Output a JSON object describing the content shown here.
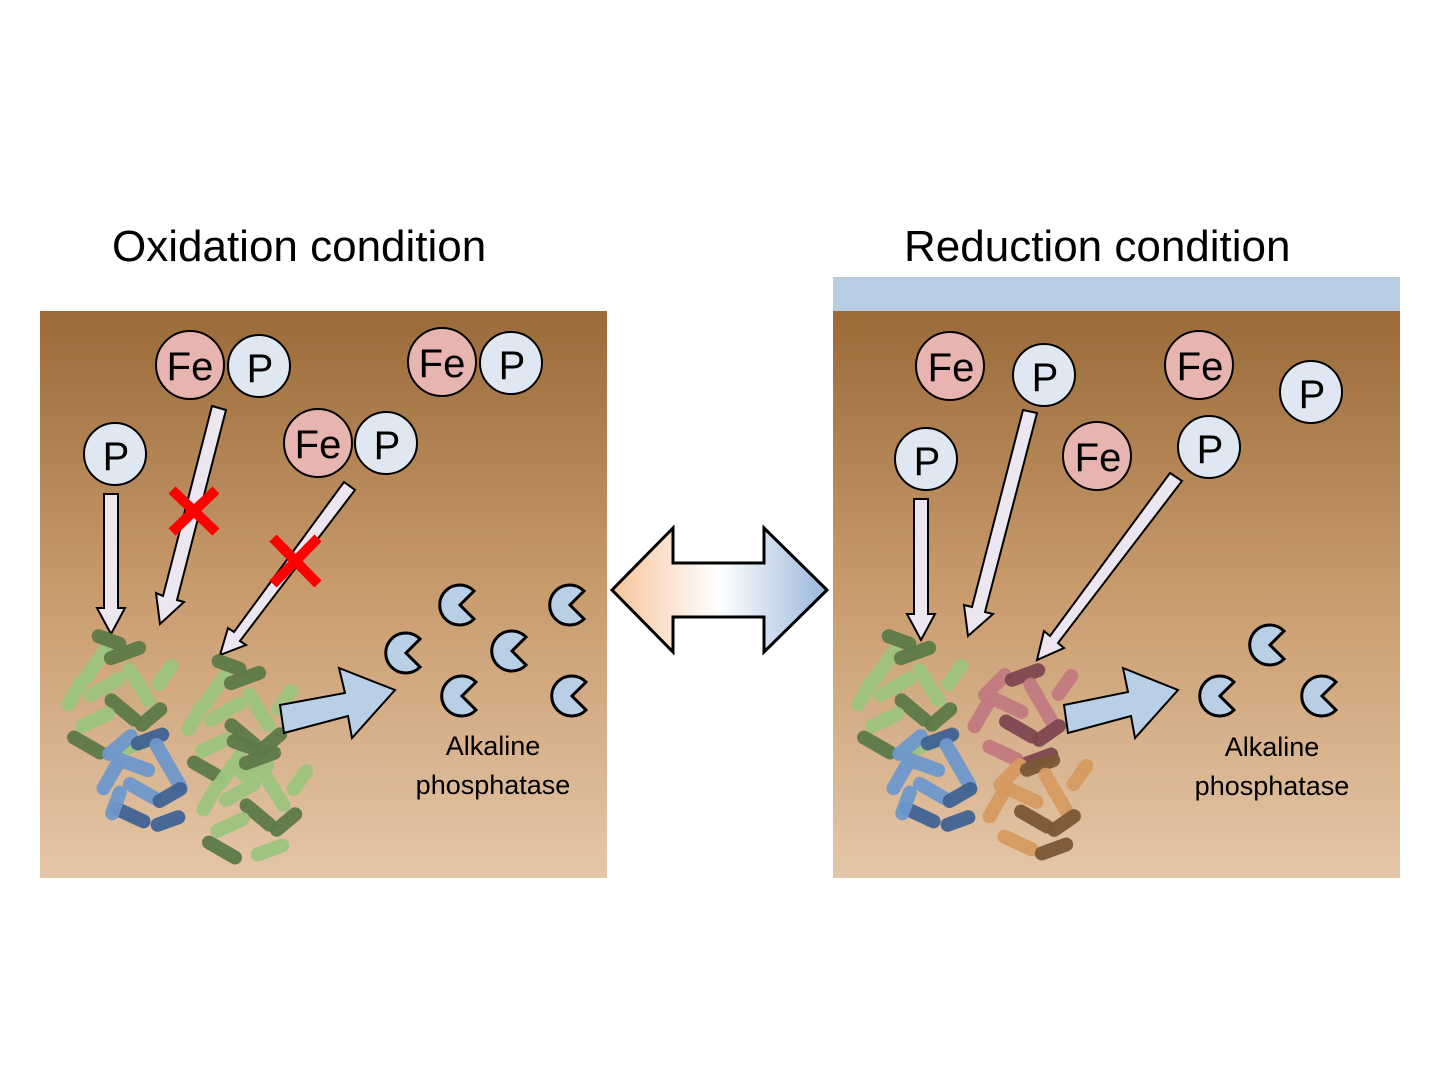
{
  "panels": {
    "left": {
      "title": "Oxidation condition",
      "enzyme_label_line1": "Alkaline",
      "enzyme_label_line2": "phosphatase",
      "complexes": [
        {
          "fe": "Fe",
          "p": "P"
        },
        {
          "fe": "Fe",
          "p": "P"
        },
        {
          "fe": "Fe",
          "p": "P"
        }
      ],
      "free_p": [
        "P"
      ],
      "blocked_marker": "red-cross"
    },
    "right": {
      "title": "Reduction condition",
      "enzyme_label_line1": "Alkaline",
      "enzyme_label_line2": "phosphatase",
      "free_fe": [
        "Fe",
        "Fe",
        "Fe"
      ],
      "free_p": [
        "P",
        "P",
        "P",
        "P"
      ]
    }
  },
  "center_arrow": "bidirectional-arrow",
  "colors": {
    "soil_top": "#9a6a38",
    "soil_bottom": "#e4c6a8",
    "water": "#b8cde4",
    "fe_fill": "#e8b4b0",
    "p_fill": "#dfe8f2",
    "enzyme_fill": "#b8cfe6",
    "cross": "#ff0000",
    "arrow_fill": "#ece6f0",
    "big_arrow_fill": "#b8cfe6",
    "grad_left": "#f8c49a",
    "grad_right": "#9ab6da"
  }
}
